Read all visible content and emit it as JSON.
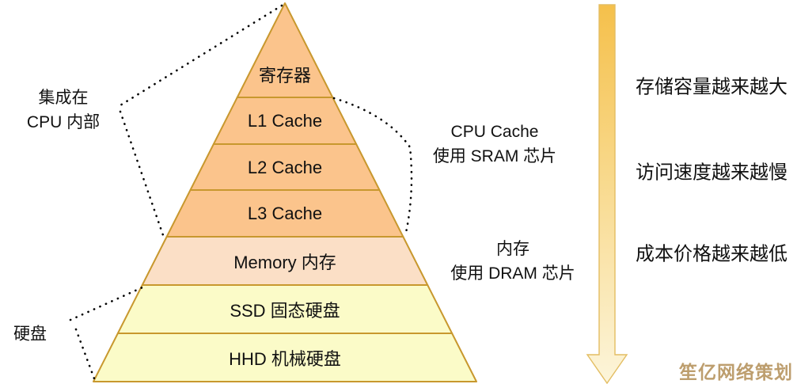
{
  "pyramid": {
    "layers": [
      {
        "label": "寄存器",
        "fill": "#FBC48C",
        "group": "cpu-register"
      },
      {
        "label": "L1 Cache",
        "fill": "#FBC48C",
        "group": "cpu-cache"
      },
      {
        "label": "L2 Cache",
        "fill": "#FBC48C",
        "group": "cpu-cache"
      },
      {
        "label": "L3 Cache",
        "fill": "#FBC48C",
        "group": "cpu-cache"
      },
      {
        "label": "Memory 内存",
        "fill": "#FBDFC6",
        "group": "memory"
      },
      {
        "label": "SSD 固态硬盘",
        "fill": "#FBFBC8",
        "group": "disk"
      },
      {
        "label": "HHD 机械硬盘",
        "fill": "#FBFBC8",
        "group": "disk"
      }
    ],
    "stroke": "#C8982E"
  },
  "annotations": {
    "cpu_internal": {
      "line1": "集成在",
      "line2": "CPU 内部"
    },
    "disk": {
      "line1": "硬盘"
    },
    "sram": {
      "line1": "CPU Cache",
      "line2": "使用 SRAM 芯片"
    },
    "dram": {
      "line1": "内存",
      "line2": "使用 DRAM 芯片"
    }
  },
  "arrow_notes": [
    {
      "text": "存储容量越来越大"
    },
    {
      "text": "访问速度越来越慢"
    },
    {
      "text": "成本价格越来越低"
    }
  ],
  "watermark": "笙亿网络策划",
  "colors": {
    "arrow_top": "#F5C04B",
    "arrow_mid": "#F8D684",
    "arrow_bottom": "#FCF5DA",
    "arrow_edge": "#E3BD62",
    "dotted_line": "#000000",
    "watermark": "#BD9E6E",
    "text": "#111111"
  }
}
